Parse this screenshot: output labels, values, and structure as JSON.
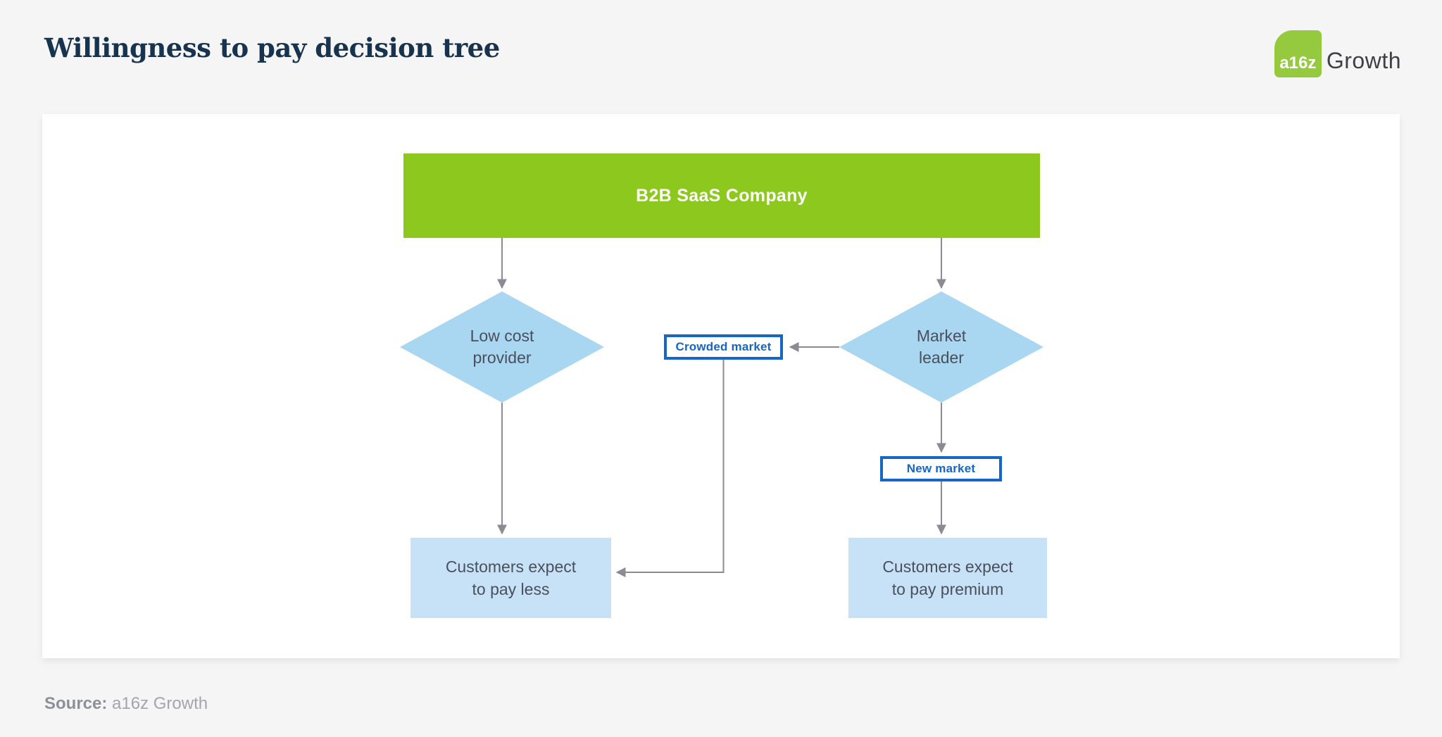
{
  "header": {
    "title": "Willingness to pay decision tree",
    "logo": {
      "mark_text": "a16z",
      "wordmark": "Growth"
    }
  },
  "diagram": {
    "root": {
      "label": "B2B SaaS Company"
    },
    "decisions": [
      {
        "id": "low-cost-provider",
        "lines": [
          "Low cost",
          "provider"
        ]
      },
      {
        "id": "market-leader",
        "lines": [
          "Market",
          "leader"
        ]
      }
    ],
    "condition_labels": [
      {
        "id": "crowded-market",
        "label": "Crowded market"
      },
      {
        "id": "new-market",
        "label": "New market"
      }
    ],
    "outcomes": [
      {
        "id": "pay-less",
        "lines": [
          "Customers expect",
          "to pay less"
        ]
      },
      {
        "id": "pay-premium",
        "lines": [
          "Customers expect",
          "to pay premium"
        ]
      }
    ],
    "colors": {
      "root_green": "#8dc81e",
      "diamond_blue": "#a9d6f0",
      "outcome_blue": "#c7e2f7",
      "condition_border_blue": "#1566c7",
      "edge_gray": "#8b8b93",
      "logo_green": "#95c93e",
      "title_navy": "#17334e"
    }
  },
  "footer": {
    "source_label": "Source:",
    "source_value": "a16z Growth"
  }
}
